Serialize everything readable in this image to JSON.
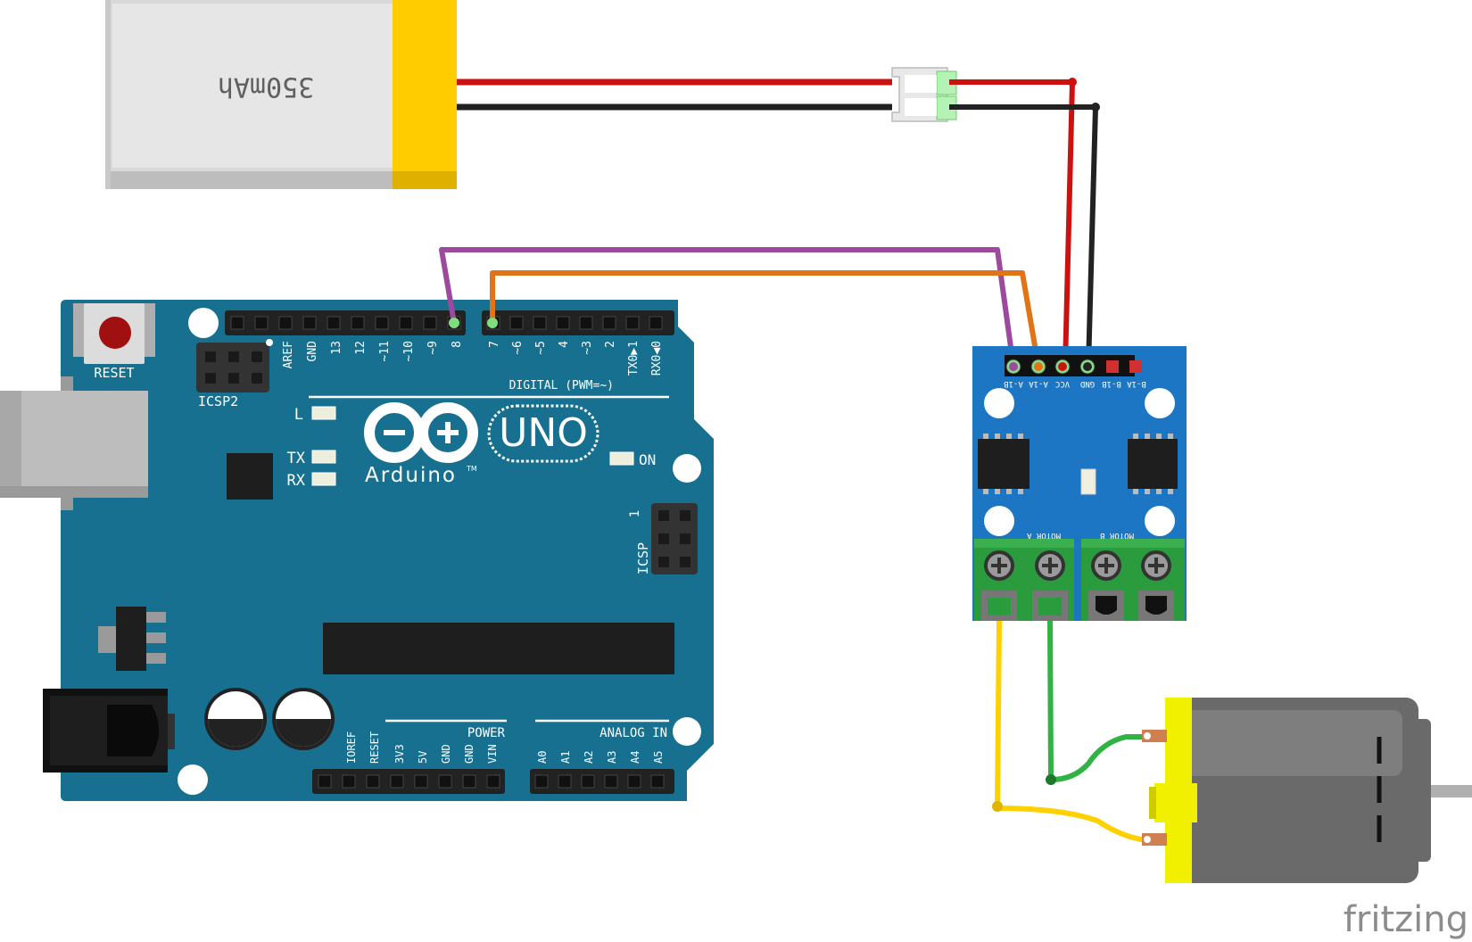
{
  "battery": {
    "capacity": "350mAh"
  },
  "arduino": {
    "reset_label": "RESET",
    "icsp2_label": "ICSP2",
    "icsp_label": "ICSP",
    "icsp_pin1": "1",
    "digital_label": "DIGITAL (PWM=~)",
    "top_pins_left": [
      "AREF",
      "GND",
      "13",
      "12",
      "~11",
      "~10",
      "~9",
      "8"
    ],
    "top_pins_right": [
      "7",
      "~6",
      "~5",
      "4",
      "~3",
      "2",
      "TX0▶1",
      "RX0◀0"
    ],
    "led_l": "L",
    "led_tx": "TX",
    "led_rx": "RX",
    "led_on": "ON",
    "logo_text": "Arduino",
    "logo_tm": "TM",
    "model": "UNO",
    "power_label": "POWER",
    "analog_label": "ANALOG IN",
    "power_pins": [
      "IOREF",
      "RESET",
      "3V3",
      "5V",
      "GND",
      "GND",
      "VIN"
    ],
    "analog_pins": [
      "A0",
      "A1",
      "A2",
      "A3",
      "A4",
      "A5"
    ]
  },
  "driver": {
    "pins": [
      "A-1B",
      "A-1A",
      "VCC",
      "GND",
      "B-1B",
      "B-1A"
    ],
    "motor_a": "MOTOR A",
    "motor_b": "MOTOR B"
  },
  "colors": {
    "board": "#177090",
    "wire_red": "#cc1111",
    "wire_black": "#222222",
    "wire_purple": "#9b4a9e",
    "wire_orange": "#e07417",
    "wire_yellow": "#ffd100",
    "wire_green": "#2fb443",
    "terminal_green": "#2b9c3d",
    "battery_yellow": "#ffcc00",
    "motor_yellow": "#f0f000"
  },
  "watermark": "fritzing"
}
